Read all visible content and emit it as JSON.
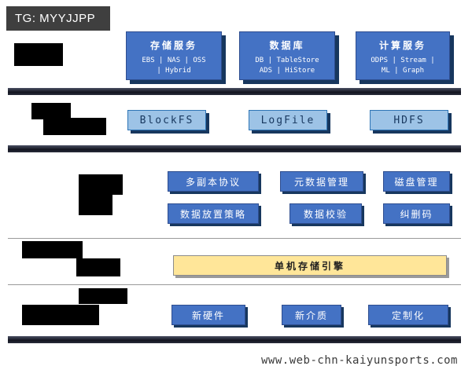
{
  "watermarks": {
    "tg_label": "TG: MYYJJPP",
    "site_url": "www.web-chn-kaiyunsports.com"
  },
  "top_services": [
    {
      "title": "存储服务",
      "line1": "EBS | NAS | OSS",
      "line2": "| Hybrid"
    },
    {
      "title": "数据库",
      "line1": "DB | TableStore",
      "line2": "ADS | HiStore"
    },
    {
      "title": "计算服务",
      "line1": "ODPS | Stream |",
      "line2": "ML | Graph"
    }
  ],
  "fs_layer": {
    "items": [
      "BlockFS",
      "LogFile",
      "HDFS"
    ]
  },
  "core_layer": {
    "row1": [
      "多副本协议",
      "元数据管理",
      "磁盘管理"
    ],
    "row2": [
      "数据放置策略",
      "数据校验",
      "纠删码"
    ]
  },
  "engine_layer": {
    "label": "单机存储引擎"
  },
  "hardware_layer": {
    "items": [
      "新硬件",
      "新介质",
      "定制化"
    ]
  },
  "colors": {
    "primary_blue": "#4472C4",
    "shadow_navy": "#17375E",
    "light_blue": "#9DC3E6",
    "engine_yellow": "#FFE699",
    "bar_dark": "#12141F",
    "badge_gray": "#3F3F3F"
  }
}
